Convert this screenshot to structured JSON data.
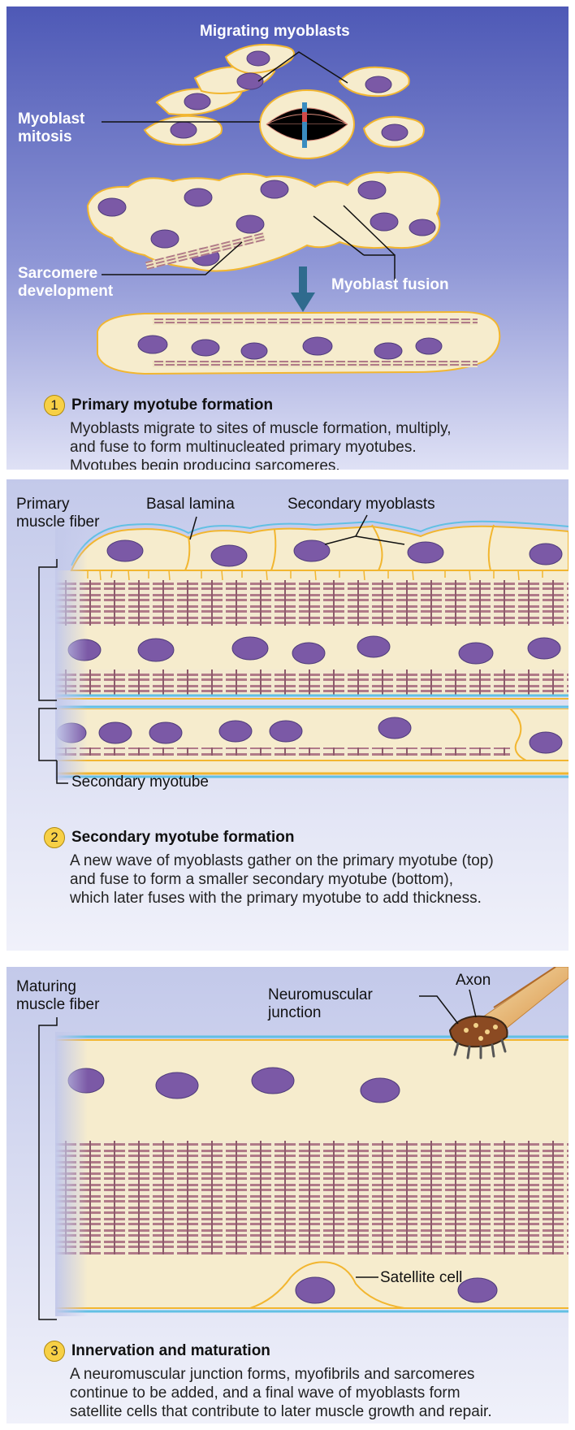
{
  "colors": {
    "panel1_top": "#4e59b6",
    "panel1_bottom": "#dcdff5",
    "panel_light_top": "#c7cdec",
    "panel_light_bottom": "#f1f2fa",
    "cell_fill": "#f6eccd",
    "cell_border": "#f2b630",
    "nucleus": "#7b59a6",
    "basal_lamina": "#62c0e4",
    "sarcomere": "#b07a88",
    "badge": "#f7d046"
  },
  "panel1": {
    "labels": {
      "migrating": "Migrating myoblasts",
      "mitosis": "Myoblast\nmitosis",
      "sarcomere": "Sarcomere\ndevelopment",
      "fusion": "Myoblast fusion"
    },
    "step": {
      "number": "1",
      "title": "Primary myotube formation",
      "description": "Myoblasts migrate to sites of muscle formation, multiply,\nand fuse to form multinucleated primary myotubes.\nMyotubes begin producing sarcomeres."
    }
  },
  "panel2": {
    "labels": {
      "primary_fiber": "Primary\nmuscle fiber",
      "basal_lamina": "Basal lamina",
      "secondary_myoblasts": "Secondary myoblasts",
      "secondary_myotube": "Secondary myotube"
    },
    "step": {
      "number": "2",
      "title": "Secondary myotube formation",
      "description": "A new wave of myoblasts gather on the primary myotube (top)\nand fuse to form a smaller secondary myotube (bottom),\nwhich later fuses with the primary myotube to add thickness."
    }
  },
  "panel3": {
    "labels": {
      "maturing_fiber": "Maturing\nmuscle fiber",
      "nmj": "Neuromuscular\njunction",
      "axon": "Axon",
      "satellite": "Satellite cell"
    },
    "step": {
      "number": "3",
      "title": "Innervation and maturation",
      "description": "A neuromuscular junction forms, myofibrils and sarcomeres\ncontinue to be added, and a final wave of myoblasts form\nsatellite cells that contribute to later muscle growth and repair."
    }
  }
}
